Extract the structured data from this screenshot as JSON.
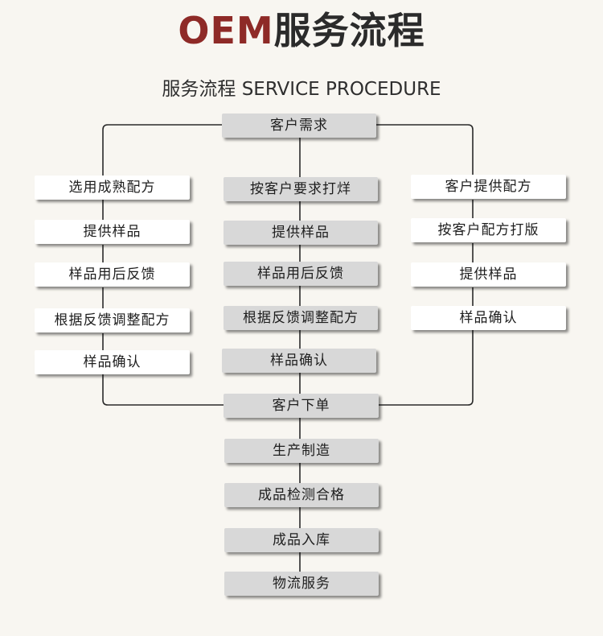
{
  "header": {
    "title_em": "OEM",
    "title_cn": "服务流程",
    "subtitle": "服务流程 SERVICE PROCEDURE"
  },
  "flow": {
    "top": "客户需求",
    "left_column": [
      "选用成熟配方",
      "提供样品",
      "样品用后反馈",
      "根据反馈调整配方",
      "样品确认"
    ],
    "center_column": [
      "按客户要求打烊",
      "提供样品",
      "样品用后反馈",
      "根据反馈调整配方",
      "样品确认"
    ],
    "right_column": [
      "客户提供配方",
      "按客户配方打版",
      "提供样品",
      "样品确认"
    ],
    "merge": "客户下单",
    "bottom_chain": [
      "生产制造",
      "成品检测合格",
      "成品入库",
      "物流服务"
    ]
  }
}
